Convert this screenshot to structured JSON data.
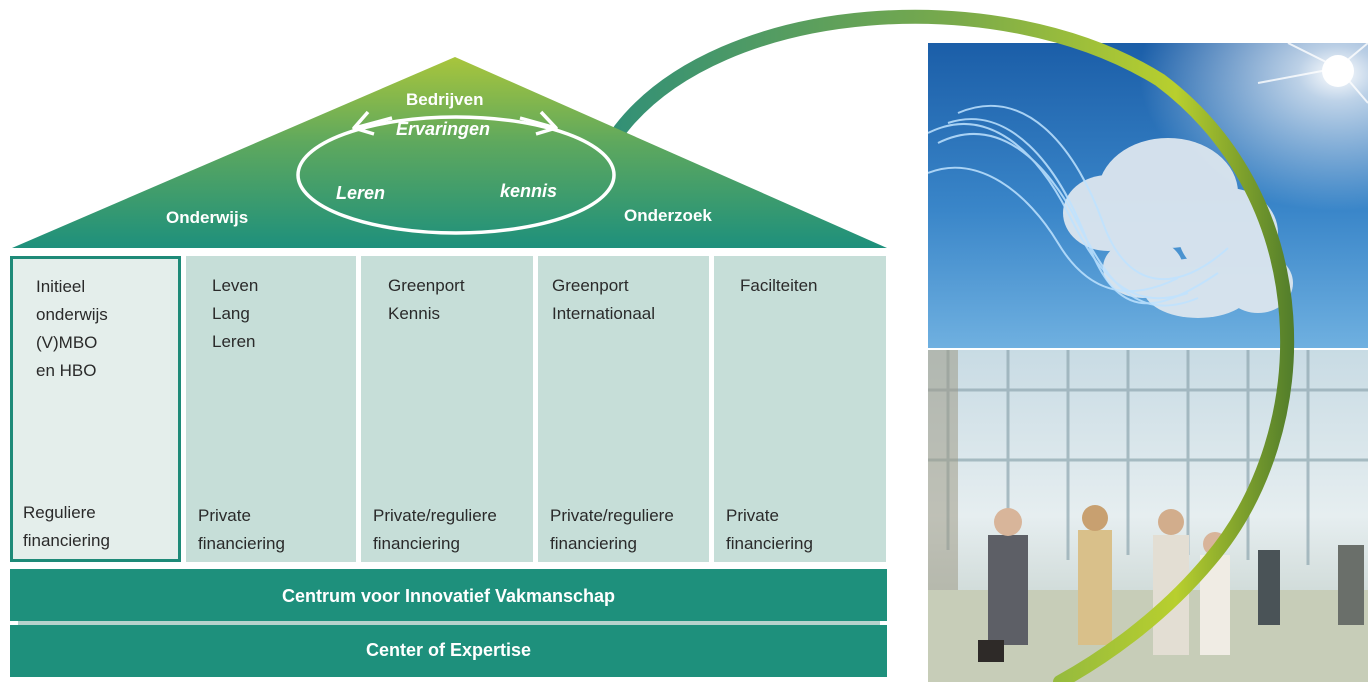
{
  "roof": {
    "top_title": "Bedrijven",
    "top_subtitle": "Ervaringen",
    "left_label": "Onderwijs",
    "right_label": "Onderzoek",
    "cycle_left": "Leren",
    "cycle_right": "kennis"
  },
  "pillars": [
    {
      "title": "Initieel\nonderwijs\n(V)MBO\nen HBO",
      "funding": "Reguliere\nfinanciering"
    },
    {
      "title": "Leven\nLang\nLeren",
      "funding": "Private\nfinanciering"
    },
    {
      "title": "Greenport\nKennis",
      "funding": "Private/reguliere\nfinanciering"
    },
    {
      "title": "Greenport\nInternationaal",
      "funding": "Private/reguliere\nfinanciering"
    },
    {
      "title": "Facilteiten",
      "funding": "Private\nfinanciering"
    }
  ],
  "base": {
    "top": "Centrum voor Innovatief Vakmanschap",
    "bottom": "Center of Expertise"
  },
  "colors": {
    "teal": "#1e907c",
    "pillar": "#c6ded8",
    "pillar_highlight": "#e4eeeb",
    "lime": "#a9c53a",
    "sky": "#1e5fa8"
  },
  "images": {
    "top_photo": "sky-with-cloud-and-light-lines",
    "bottom_photo": "business-people-in-glass-atrium"
  }
}
